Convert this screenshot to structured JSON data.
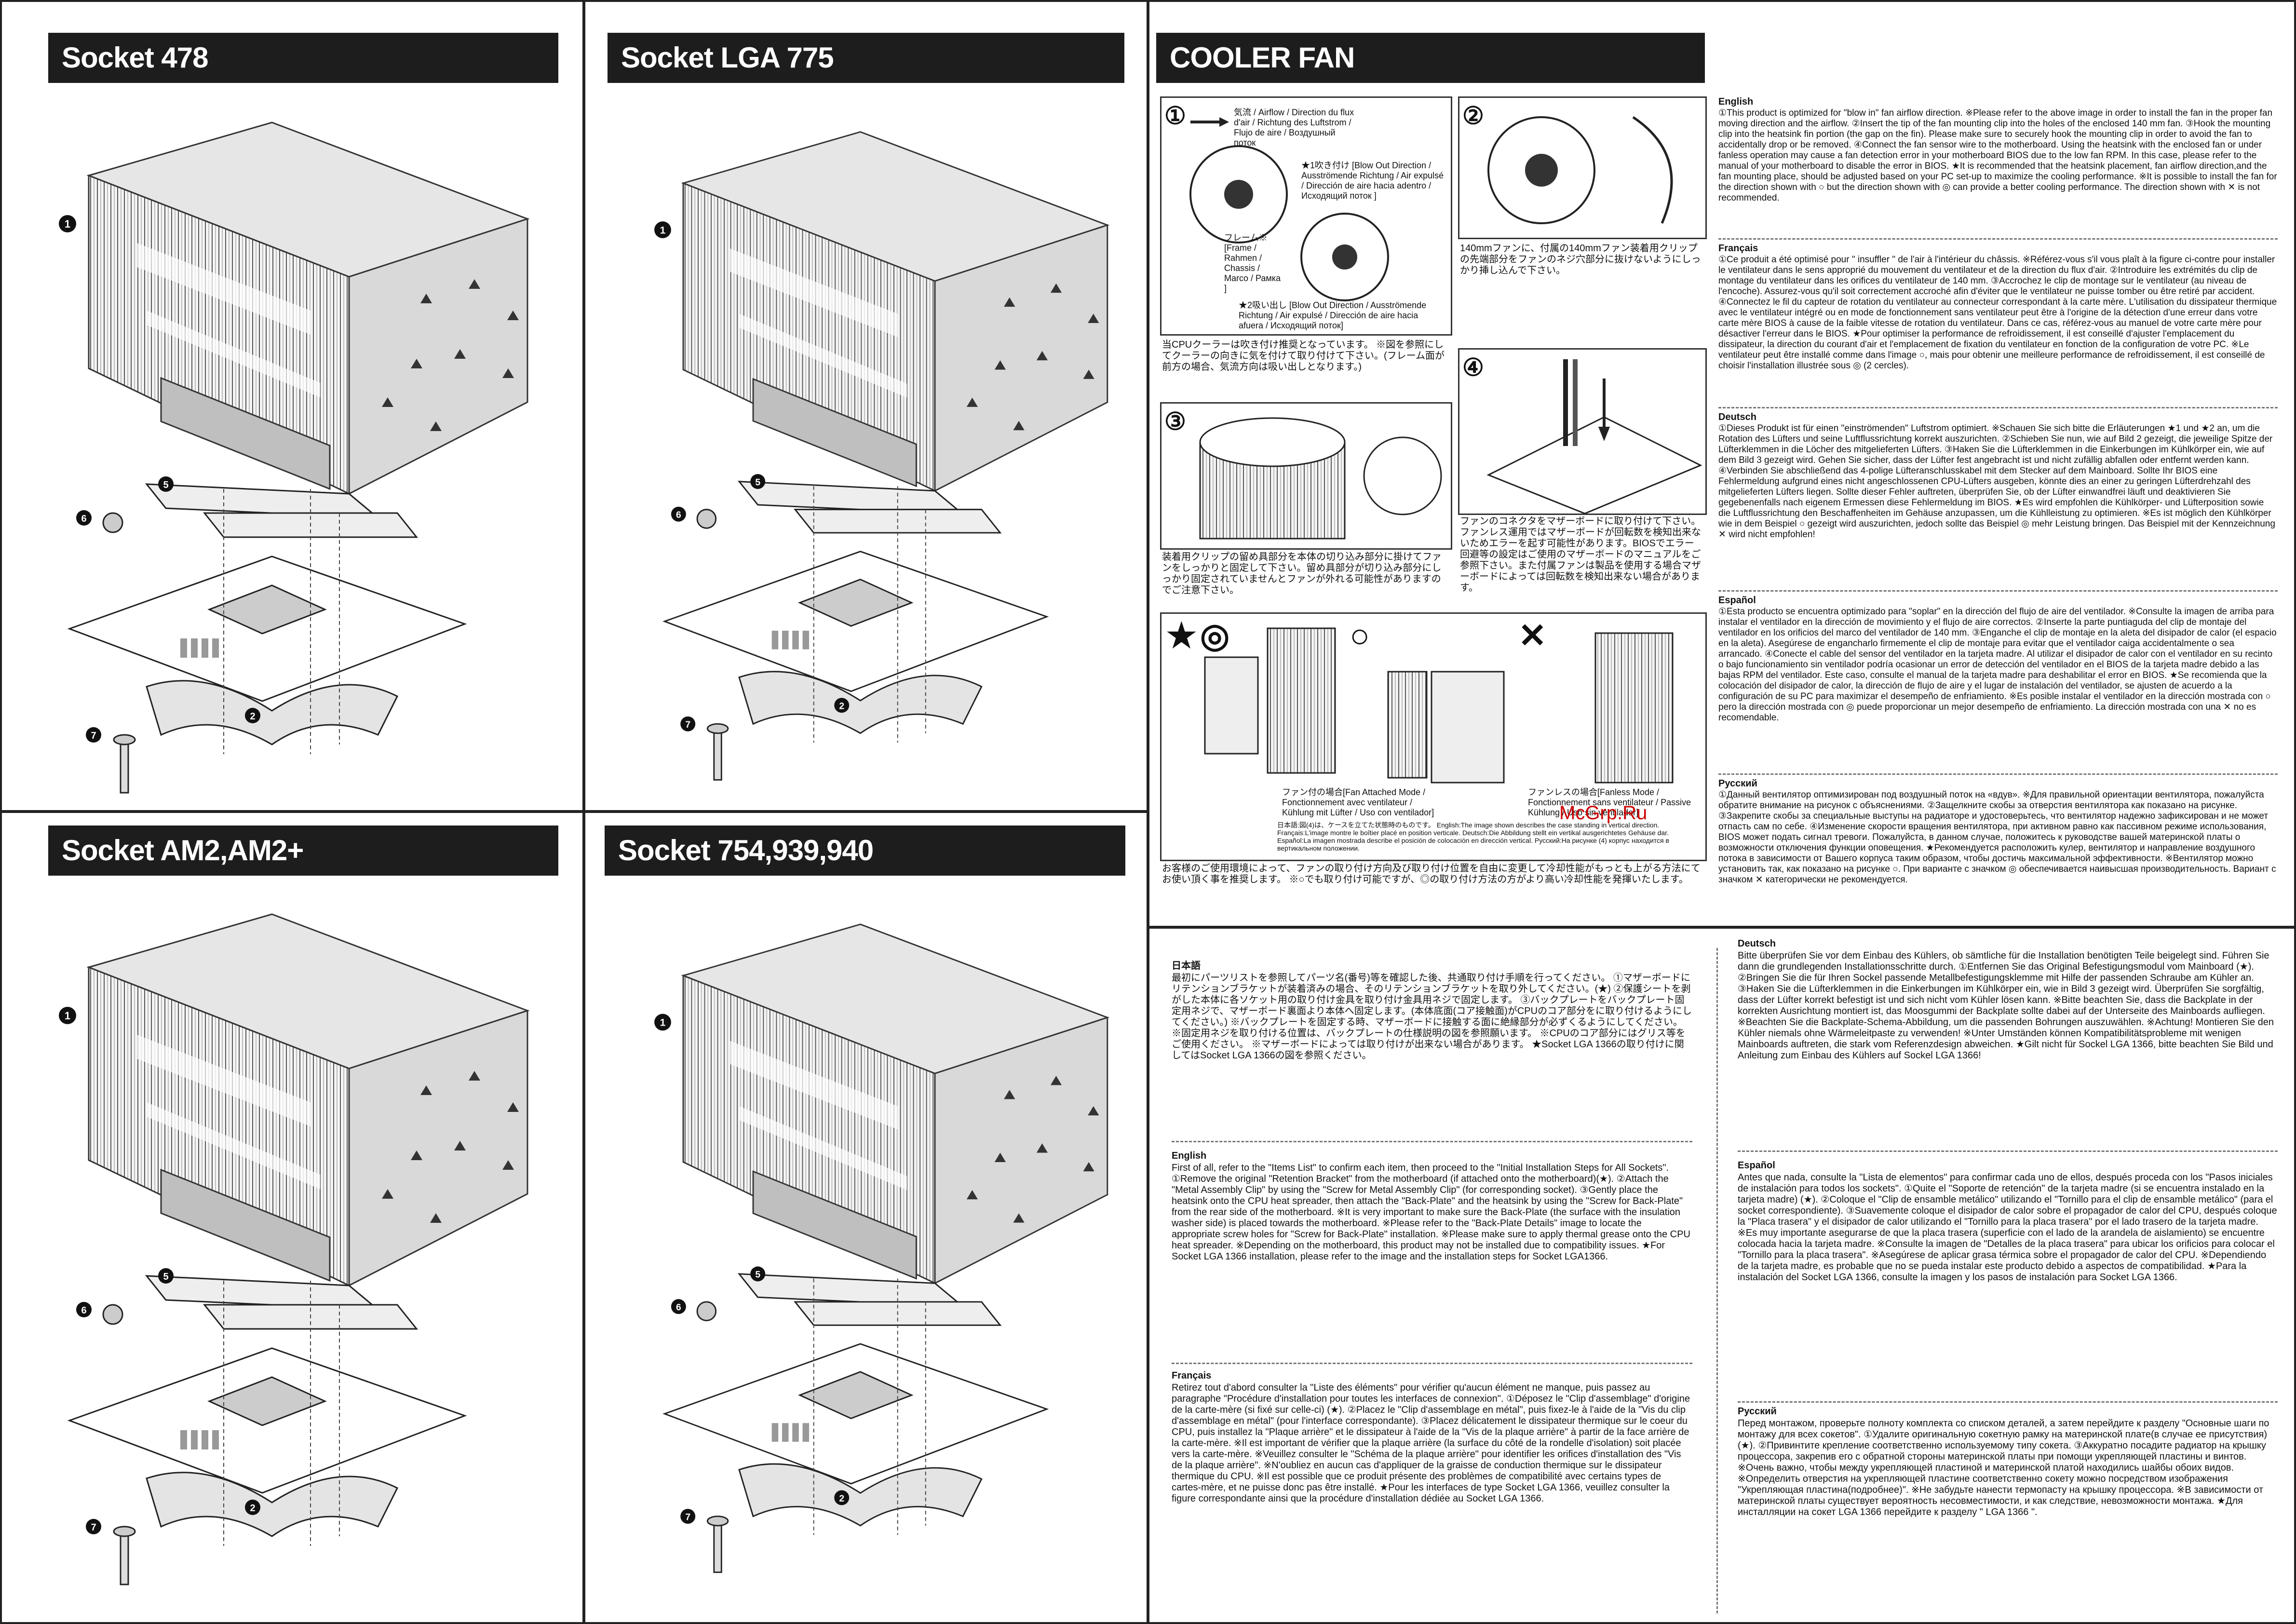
{
  "panels": {
    "socket478": {
      "title": "Socket 478"
    },
    "lga775": {
      "title": "Socket LGA 775"
    },
    "am2": {
      "title": "Socket AM2,AM2+"
    },
    "s754": {
      "title": "Socket 754,939,940"
    }
  },
  "cooler_fan": {
    "title": "COOLER FAN",
    "fig1_label": "①",
    "fig1_airflow": "気流 / Airflow / Direction du flux d'air / Richtung des Luftstrom / Flujo de aire / Воздушный поток",
    "fig1_blow_out": "★1吹き付け [Blow Out Direction / Ausströmende Richtung / Air expulsé / Dirección de aire hacia adentro / Исходящий поток ]",
    "fig1_frame": "フレーム※ [Frame / Rahmen / Chassis / Marco / Рамка ]",
    "fig1_blow_in": "★2吸い出し [Blow Out Direction / Ausströmende Richtung / Air expulsé / Dirección de aire hacia afuera / Исходящий поток]",
    "fig1_note": "当CPUクーラーは吹き付け推奨となっています。 ※図を参照にしてクーラーの向きに気を付けて取り付けて下さい。(フレーム面が前方の場合、気流方向は吸い出しとなります。)",
    "fig2_label": "②",
    "fig2_note": "140mmファンに、付属の140mmファン装着用クリップの先端部分をファンのネジ穴部分に抜けないようにしっかり挿し込んで下さい。",
    "fig3_label": "③",
    "fig3_note": "装着用クリップの留め具部分を本体の切り込み部分に掛けてファンをしっかりと固定して下さい。留め具部分が切り込み部分にしっかり固定されていませんとファンが外れる可能性がありますのでご注意下さい。",
    "fig4_label": "④",
    "fig4_note": "ファンのコネクタをマザーボードに取り付けて下さい。ファンレス運用ではマザーボードが回転数を検知出来ないためエラーを起す可能性があります。BIOSでエラー回避等の設定はご使用のマザーボードのマニュアルをご参照下さい。また付属ファンは製品を使用する場合マザーボードによっては回転数を検知出来ない場合があります。",
    "fig5_marks": [
      "★",
      "◎",
      "○",
      "✕"
    ],
    "fig5_fan_attached": "ファン付の場合[Fan Attached Mode / Fonctionnement avec ventilateur / Kühlung mit Lüfter / Uso con ventilador]",
    "fig5_fanless": "ファンレスの場合[Fanless Mode / Fonctionnement sans ventilateur / Passive Kühlung / Uso sin ventilador]",
    "fig5_vertical": "日本語:図(4)は、ケースを立てた状態時のものです。 English:The image shown describes the case standing in vertical direction. Français:L'image montre le boîtier placé en position verticale. Deutsch:Die Abbildung stellt ein vertikal ausgerichtetes Gehäuse dar. Español:La imagen mostrada describe el posición de colocación en dirección vertical. Русский:На рисунке (4) корпус находится в вертикальном положении.",
    "fig5_jp_bottom": "お客様のご使用環境によって、ファンの取り付け方向及び取り付け位置を自由に変更して冷却性能がもっとも上がる方法にてお使い頂く事を推奨します。 ※○でも取り付け可能ですが、◎の取り付け方法の方がより高い冷却性能を発揮いたします。",
    "english_title": "English",
    "english": "①This product is optimized for \"blow in\" fan airflow direction. ※Please refer to the above image in order to install the fan in the proper fan moving direction and the airflow. ②Insert the tip of the fan mounting clip into the holes of the enclosed 140 mm fan. ③Hook the mounting clip into the heatsink fin portion (the gap on the fin). Please make sure to securely hook the mounting clip in order to avoid the fan to accidentally drop or be removed. ④Connect the fan sensor wire to the motherboard. Using the heatsink with the enclosed fan or under fanless operation may cause a fan detection error in your motherboard BIOS due to the low fan RPM. In this case, please refer to the manual of your motherboard to disable the error in BIOS. ★It is recommended that the heatsink placement, fan airflow direction,and the fan mounting place, should be adjusted based on your PC set-up to maximize the cooling performance. ※It is possible to install the fan for the direction shown with ○ but the direction shown with ◎ can provide a better cooling performance. The direction shown with ✕ is not recommended.",
    "french_title": "Français",
    "french": "①Ce produit a été optimisé pour \" insuffler \" de l'air à l'intérieur du châssis. ※Référez-vous s'il vous plaît à la figure ci-contre pour installer le ventilateur dans le sens approprié du mouvement du ventilateur et de la direction du flux d'air. ②Introduire les extrémités du clip de montage du ventilateur dans les orifices du ventilateur de 140 mm. ③Accrochez le clip de montage sur le ventilateur (au niveau de l'encoche). Assurez-vous qu'il soit correctement accroché afin d'éviter que le ventilateur ne puisse tomber ou être retiré par accident. ④Connectez le fil du capteur de rotation du ventilateur au connecteur correspondant à la carte mère. L'utilisation du dissipateur thermique avec le ventilateur intégré ou en mode de fonctionnement sans ventilateur peut être à l'origine de la détection d'une erreur dans votre carte mère BIOS à cause de la faible vitesse de rotation du ventilateur. Dans ce cas, référez-vous au manuel de votre carte mère pour désactiver l'erreur dans le BIOS. ★Pour optimiser la performance de refroidissement, il est conseillé d'ajuster l'emplacement du dissipateur, la direction du courant d'air et l'emplacement de fixation du ventilateur en fonction de la configuration de votre PC. ※Le ventilateur peut être installé comme dans l'image ○, mais pour obtenir une meilleure performance de refroidissement, il est conseillé de choisir l'installation illustrée sous ◎ (2 cercles).",
    "german_title": "Deutsch",
    "german": "①Dieses Produkt ist für einen \"einströmenden\" Luftstrom optimiert. ※Schauen Sie sich bitte die Erläuterungen ★1 und ★2 an, um die Rotation des Lüfters und seine Luftflussrichtung korrekt auszurichten. ②Schieben Sie nun, wie auf Bild 2 gezeigt, die jeweilige Spitze der Lüfterklemmen in die Löcher des mitgelieferten Lüfters. ③Haken Sie die Lüfterklemmen in die Einkerbungen im Kühlkörper ein, wie auf dem Bild 3 gezeigt wird. Gehen Sie sicher, dass der Lüfter fest angebracht ist und nicht zufällig abfallen oder entfernt werden kann. ④Verbinden Sie abschließend das 4-polige Lüfteranschlusskabel mit dem Stecker auf dem Mainboard. Sollte Ihr BIOS eine Fehlermeldung aufgrund eines nicht angeschlossenen CPU-Lüfters ausgeben, könnte dies an einer zu geringen Lüfterdrehzahl des mitgelieferten Lüfters liegen. Sollte dieser Fehler auftreten, überprüfen Sie, ob der Lüfter einwandfrei läuft und deaktivieren Sie gegebenenfalls nach eigenem Ermessen diese Fehlermeldung im BIOS. ★Es wird empfohlen die Kühlkörper- und Lüfterposition sowie die Luftflussrichtung den Beschaffenheiten im Gehäuse anzupassen, um die Kühlleistung zu optimieren. ※Es ist möglich den Kühlkörper wie in dem Beispiel ○ gezeigt wird auszurichten, jedoch sollte das Beispiel ◎ mehr Leistung bringen. Das Beispiel mit der Kennzeichnung ✕ wird nicht empfohlen!",
    "spanish_title": "Español",
    "spanish": "①Esta producto se encuentra optimizado para \"soplar\" en la dirección del flujo de aire del ventilador. ※Consulte la imagen de arriba para instalar el ventilador en la dirección de movimiento y el flujo de aire correctos. ②Inserte la parte puntiaguda del clip de montaje del ventilador en los orificios del marco del ventilador de 140 mm. ③Enganche el clip de montaje en la aleta del disipador de calor (el espacio en la aleta). Asegúrese de engancharlo firmemente el clip de montaje para evitar que el ventilador caiga accidentalmente o sea arrancado. ④Conecte el cable del sensor del ventilador en la tarjeta madre. Al utilizar el disipador de calor con el ventilador en su recinto o bajo funcionamiento sin ventilador podría ocasionar un error de detección del ventilador en el BIOS de la tarjeta madre debido a las bajas RPM del ventilador. Este caso, consulte el manual de la tarjeta madre para deshabilitar el error en BIOS. ★Se recomienda que la colocación del disipador de calor, la dirección de flujo de aire y el lugar de instalación del ventilador, se ajusten de acuerdo a la configuración de su PC para maximizar el desempeño de enfriamiento. ※Es posible instalar el ventilador en la dirección mostrada con ○ pero la dirección mostrada con ◎ puede proporcionar un mejor desempeño de enfriamiento. La dirección mostrada con una ✕ no es recomendable.",
    "russian_title": "Русский",
    "russian": "①Данный вентилятор оптимизирован под воздушный поток на «вдув». ※Для правильной ориентации вентилятора, пожалуйста обратите внимание на рисунок с объяснениями. ②Защелкните скобы за отверстия вентилятора как показано на рисунке. ③Закрепите скобы за специальные выступы на радиаторе и удостоверьтесь, что вентилятор надежно зафиксирован и не может отпасть сам по себе. ④Изменение скорости вращения вентилятора, при активном равно как пассивном режиме использования, BIOS может подать сигнал тревоги. Пожалуйста, в данном случае, положитесь к руководстве вашей материнской платы о возможности отключения функции оповещения. ★Рекомендуется расположить кулер, вентилятор и направление воздушного потока в зависимости от Вашего корпуса таким образом, чтобы достичь максимальной эффективности. ※Вентилятор можно установить так, как показано на рисунке ○. При варианте с значком ◎ обеспечивается наивысшая производительность. Вариант с значком ✕ категорически не рекомендуется."
  },
  "watermark": "McGrp.Ru",
  "instructions": {
    "jp_title": "日本語",
    "jp": "最初にパーツリストを参照してパーツ名(番号)等を確認した後、共通取り付け手順を行ってください。 ①マザーボードにリテンションブラケットが装着済みの場合、そのリテンションブラケットを取り外してください。(★) ②保護シートを剥がした本体に各ソケット用の取り付け金具を取り付け金具用ネジで固定します。 ③バックプレートをバックプレート固定用ネジで、マザーボード裏面より本体へ固定します。(本体底面(コア接触面)がCPUのコア部分をに取り付けるようにしてください。) ※バックプレートを固定する時、マザーボードに接触する面に絶縁部分が必ずくるようにしてください。 ※固定用ネジを取り付ける位置は、バックプレートの仕様説明の図を参照願います。 ※CPUのコア部分にはグリス等をご使用ください。 ※マザーボードによっては取り付けが出来ない場合があります。 ★Socket LGA 1366の取り付けに関してはSocket LGA 1366の図を参照ください。",
    "en_title": "English",
    "en": "First of all, refer to the \"Items List\" to confirm each item, then proceed to the \"Initial Installation Steps for All Sockets\". ①Remove the original \"Retention Bracket\" from the motherboard (if attached onto the motherboard)(★). ②Attach the \"Metal Assembly Clip\" by using the \"Screw for Metal Assembly Clip\" (for corresponding socket). ③Gently place the heatsink onto the CPU heat spreader, then attach the \"Back-Plate\" and the heatsink by using the \"Screw for Back-Plate\" from the rear side of the motherboard. ※It is very important to make sure the Back-Plate (the surface with the insulation washer side) is placed towards the motherboard. ※Please refer to the \"Back-Plate Details\" image to locate the appropriate screw holes for \"Screw for Back-Plate\" installation. ※Please make sure to apply thermal grease onto the CPU heat spreader. ※Depending on the motherboard, this product may not be installed due to compatibility issues. ★For Socket LGA 1366 installation, please refer to the image and the installation steps for Socket LGA1366.",
    "fr_title": "Français",
    "fr": "Retirez tout d'abord consulter la \"Liste des éléments\" pour vérifier qu'aucun élément ne manque, puis passez au paragraphe \"Procédure d'installation pour toutes les interfaces de connexion\". ①Déposez le \"Clip d'assemblage\" d'origine de la carte-mère (si fixé sur celle-ci) (★). ②Placez le \"Clip d'assemblage en métal\", puis fixez-le à l'aide de la \"Vis du clip d'assemblage en métal\" (pour l'interface correspondante). ③Placez délicatement le dissipateur thermique sur le coeur du CPU, puis installez la \"Plaque arrière\" et le dissipateur à l'aide de la \"Vis de la plaque arrière\" à partir de la face arrière de la carte-mère. ※Il est important de vérifier que la plaque arrière (la surface du côté de la rondelle d'isolation) soit placée vers la carte-mère. ※Veuillez consulter le \"Schéma de la plaque arrière\" pour identifier les orifices d'installation des \"Vis de la plaque arrière\". ※N'oubliez en aucun cas d'appliquer de la graisse de conduction thermique sur le dissipateur thermique du CPU. ※Il est possible que ce produit présente des problèmes de compatibilité avec certains types de cartes-mère, et ne puisse donc pas être installé. ★Pour les interfaces de type Socket LGA 1366, veuillez consulter la figure correspondante ainsi que la procédure d'installation dédiée au Socket LGA 1366.",
    "de_title": "Deutsch",
    "de": "Bitte überprüfen Sie vor dem Einbau des Kühlers, ob sämtliche für die Installation benötigten Teile beigelegt sind. Führen Sie dann die grundlegenden Installationsschritte durch. ①Entfernen Sie das Original Befestigungsmodul vom Mainboard (★). ②Bringen Sie die für Ihren Sockel passende Metallbefestigungsklemme mit Hilfe der passenden Schraube am Kühler an. ③Haken Sie die Lüfterklemmen in die Einkerbungen im Kühlkörper ein, wie in Bild 3 gezeigt wird. Überprüfen Sie sorgfältig, dass der Lüfter korrekt befestigt ist und sich nicht vom Kühler lösen kann. ※Bitte beachten Sie, dass die Backplate in der korrekten Ausrichtung montiert ist, das Moosgummi der Backplate sollte dabei auf der Unterseite des Mainboards aufliegen. ※Beachten Sie die Backplate-Schema-Abbildung, um die passenden Bohrungen auszuwählen. ※Achtung! Montieren Sie den Kühler niemals ohne Wärmeleitpaste zu verwenden! ※Unter Umständen können Kompatibilitätsprobleme mit wenigen Mainboards auftreten, die stark vom Referenzdesign abweichen. ★Gilt nicht für Sockel LGA 1366, bitte beachten Sie Bild und Anleitung zum Einbau des Kühlers auf Sockel LGA 1366!",
    "es_title": "Español",
    "es": "Antes que nada, consulte la \"Lista de elementos\" para confirmar cada uno de ellos, después proceda con los \"Pasos iniciales de instalación para todos los sockets\". ①Quite el \"Soporte de retención\" de la tarjeta madre (si se encuentra instalado en la tarjeta madre) (★). ②Coloque el \"Clip de ensamble metálico\" utilizando el \"Tornillo para el clip de ensamble metálico\" (para el socket correspondiente). ③Suavemente coloque el disipador de calor sobre el propagador de calor del CPU, después coloque la \"Placa trasera\" y el disipador de calor utilizando el \"Tornillo para la placa trasera\" por el lado trasero de la tarjeta madre. ※Es muy importante asegurarse de que la placa trasera (superficie con el lado de la arandela de aislamiento) se encuentre colocada hacia la tarjeta madre. ※Consulte la imagen de \"Detalles de la placa trasera\" para ubicar los orificios para colocar el \"Tornillo para la placa trasera\". ※Asegúrese de aplicar grasa térmica sobre el propagador de calor del CPU. ※Dependiendo de la tarjeta madre, es probable que no se pueda instalar este producto debido a aspectos de compatibilidad. ★Para la instalación del Socket LGA 1366, consulte la imagen y los pasos de instalación para Socket LGA 1366.",
    "ru_title": "Русский",
    "ru": "Перед монтажом, проверьте полноту комплекта со списком деталей, а затем перейдите к разделу \"Основные шаги по монтажу для всех сокетов\". ①Удалите оригинальную сокетную рамку на материнской плате(в случае ее присутствия) (★). ②Привинтите крепление соответственно используемому типу сокета. ③Аккуратно посадите радиатор на крышку процессора, закрепив его с обратной стороны материнской платы при помощи укрепляющей пластины и винтов. ※Очень важно, чтобы между укрепляющей пластиной и материнской платой находились шайбы обоих видов. ※Определить отверстия на укрепляющей пластине соответственно сокету можно посредством изображения \"Укрепляющая пластина(подробнее)\". ※Не забудьте нанести термопасту на крышку процессора. ※В зависимости от материнской платы существует вероятность несовместимости, и как следствие, невозможности монтажа. ★Для инсталляции на сокет LGA 1366 перейдите к разделу \" LGA 1366 \"."
  }
}
